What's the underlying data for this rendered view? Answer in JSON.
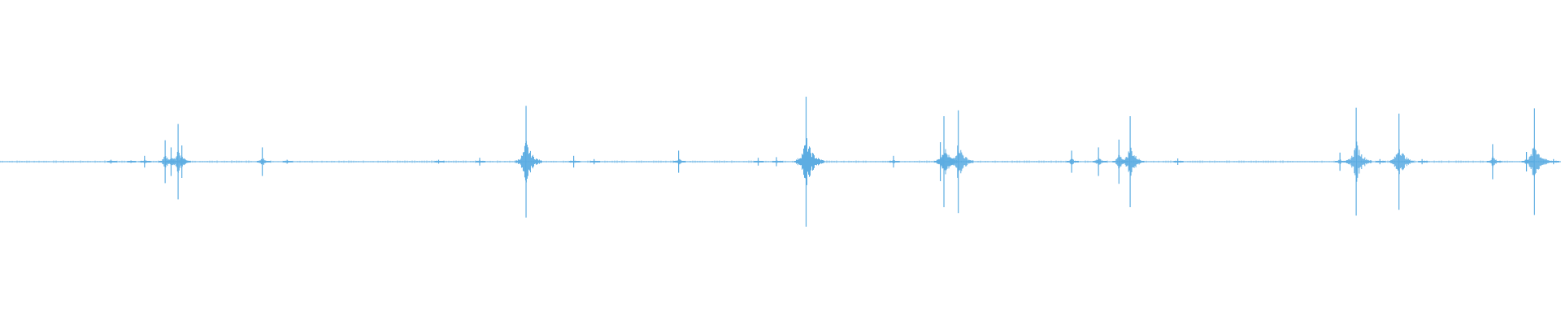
{
  "waveform": {
    "color": "#5dade2",
    "spikes": [
      {
        "t": 0.0711,
        "amp": 0.03
      },
      {
        "t": 0.0839,
        "amp": 0.02
      },
      {
        "t": 0.0926,
        "amp": 0.09
      },
      {
        "t": 0.1058,
        "amp": 0.33
      },
      {
        "t": 0.1096,
        "amp": 0.22
      },
      {
        "t": 0.1141,
        "amp": 0.58
      },
      {
        "t": 0.1165,
        "amp": 0.25
      },
      {
        "t": 0.168,
        "amp": 0.22
      },
      {
        "t": 0.1839,
        "amp": 0.03
      },
      {
        "t": 0.281,
        "amp": 0.03
      },
      {
        "t": 0.3073,
        "amp": 0.06
      },
      {
        "t": 0.337,
        "amp": 0.86
      },
      {
        "t": 0.3675,
        "amp": 0.09
      },
      {
        "t": 0.3806,
        "amp": 0.04
      },
      {
        "t": 0.4347,
        "amp": 0.17
      },
      {
        "t": 0.4857,
        "amp": 0.06
      },
      {
        "t": 0.4974,
        "amp": 0.07
      },
      {
        "t": 0.5164,
        "amp": 1.0
      },
      {
        "t": 0.5724,
        "amp": 0.09
      },
      {
        "t": 0.6024,
        "amp": 0.3
      },
      {
        "t": 0.6047,
        "amp": 0.7
      },
      {
        "t": 0.6139,
        "amp": 0.79
      },
      {
        "t": 0.6865,
        "amp": 0.17
      },
      {
        "t": 0.7037,
        "amp": 0.22
      },
      {
        "t": 0.7168,
        "amp": 0.34
      },
      {
        "t": 0.724,
        "amp": 0.7
      },
      {
        "t": 0.7545,
        "amp": 0.05
      },
      {
        "t": 0.8584,
        "amp": 0.14
      },
      {
        "t": 0.8688,
        "amp": 0.83
      },
      {
        "t": 0.884,
        "amp": 0.04
      },
      {
        "t": 0.8962,
        "amp": 0.74
      },
      {
        "t": 0.911,
        "amp": 0.04
      },
      {
        "t": 0.9562,
        "amp": 0.27
      },
      {
        "t": 0.9779,
        "amp": 0.15
      },
      {
        "t": 0.983,
        "amp": 0.82
      },
      {
        "t": 0.9952,
        "amp": 0.04
      }
    ]
  }
}
